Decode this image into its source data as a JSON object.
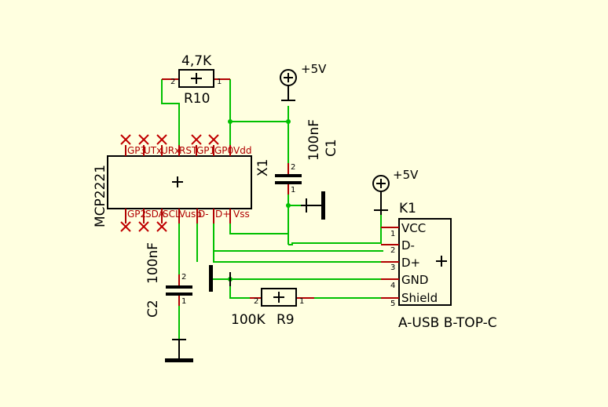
{
  "colors": {
    "background": "#ffffe0",
    "wire": "#00c000",
    "pin": "#b00000",
    "symbol": "#000000",
    "no_connect": "#c00000"
  },
  "components": {
    "r10": {
      "ref": "R10",
      "value": "4,7K",
      "pin_left": "2",
      "pin_right": "1"
    },
    "r9": {
      "ref": "R9",
      "value": "100K",
      "pin_left": "2",
      "pin_right": "1"
    },
    "c1": {
      "ref": "C1",
      "value": "100nF",
      "pin_top": "2",
      "pin_bottom": "1"
    },
    "c2": {
      "ref": "C2",
      "value": "100nF",
      "pin_top": "2",
      "pin_bottom": "1"
    },
    "x1": {
      "ref": "X1",
      "part": "MCP2221",
      "top_pins": [
        "GP3",
        "UTx",
        "URx",
        "RST",
        "GP1",
        "GP0",
        "Vdd"
      ],
      "bottom_pins": [
        "GP2",
        "SDA",
        "SCL",
        "Vusb",
        "D-",
        "D+",
        "Vss"
      ]
    },
    "k1": {
      "ref": "K1",
      "part": "A-USB B-TOP-C",
      "pins": [
        {
          "num": "1",
          "name": "VCC"
        },
        {
          "num": "2",
          "name": "D-"
        },
        {
          "num": "3",
          "name": "D+"
        },
        {
          "num": "4",
          "name": "GND"
        },
        {
          "num": "5",
          "name": "Shield"
        }
      ]
    }
  },
  "power": {
    "vcc_top": "+5V",
    "vcc_k1": "+5V"
  }
}
